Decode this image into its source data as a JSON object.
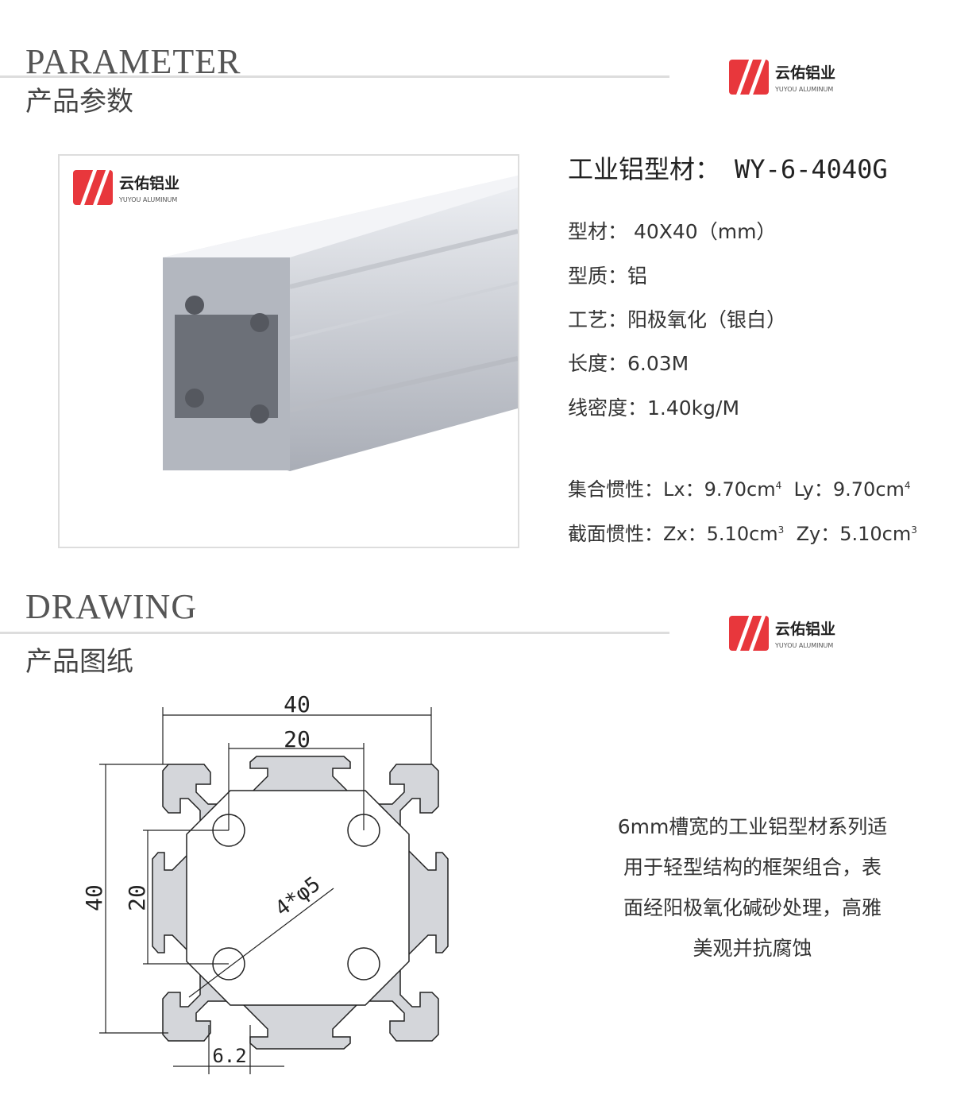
{
  "brand": {
    "name_cn": "云佑铝业",
    "name_en": "YUYOU ALUMINUM",
    "color": "#e8373c"
  },
  "parameter": {
    "title_en": "PARAMETER",
    "title_cn": "产品参数"
  },
  "product": {
    "title_label": "工业铝型材：",
    "model": "WY-6-4040G",
    "specs": [
      {
        "label": "型材：",
        "value": " 40X40（mm）"
      },
      {
        "label": "型质：",
        "value": "铝"
      },
      {
        "label": "工艺：",
        "value": "阳极氧化（银白）"
      },
      {
        "label": "长度：",
        "value": "6.03M"
      },
      {
        "label": "线密度：",
        "value": "1.40kg/M"
      }
    ],
    "inertia": {
      "label": "集合惯性：",
      "lx_label": "Lx：",
      "lx": "9.70cm",
      "lx_exp": "4",
      "ly_label": "Ly：",
      "ly": "9.70cm",
      "ly_exp": "4"
    },
    "section": {
      "label": "截面惯性：",
      "zx_label": "Zx：",
      "zx": "5.10cm",
      "zx_exp": "3",
      "zy_label": "Zy：",
      "zy": "5.10cm",
      "zy_exp": "3"
    }
  },
  "drawing": {
    "title_en": "DRAWING",
    "title_cn": "产品图纸",
    "dims": {
      "width": "40",
      "inner_width": "20",
      "height": "40",
      "inner_height": "20",
      "hole": "4*φ5",
      "slot": "6.2"
    },
    "description": [
      "6mm槽宽的工业铝型材系列适",
      "用于轻型结构的框架组合，表",
      "面经阳极氧化碱砂处理，高雅",
      "美观并抗腐蚀"
    ]
  }
}
